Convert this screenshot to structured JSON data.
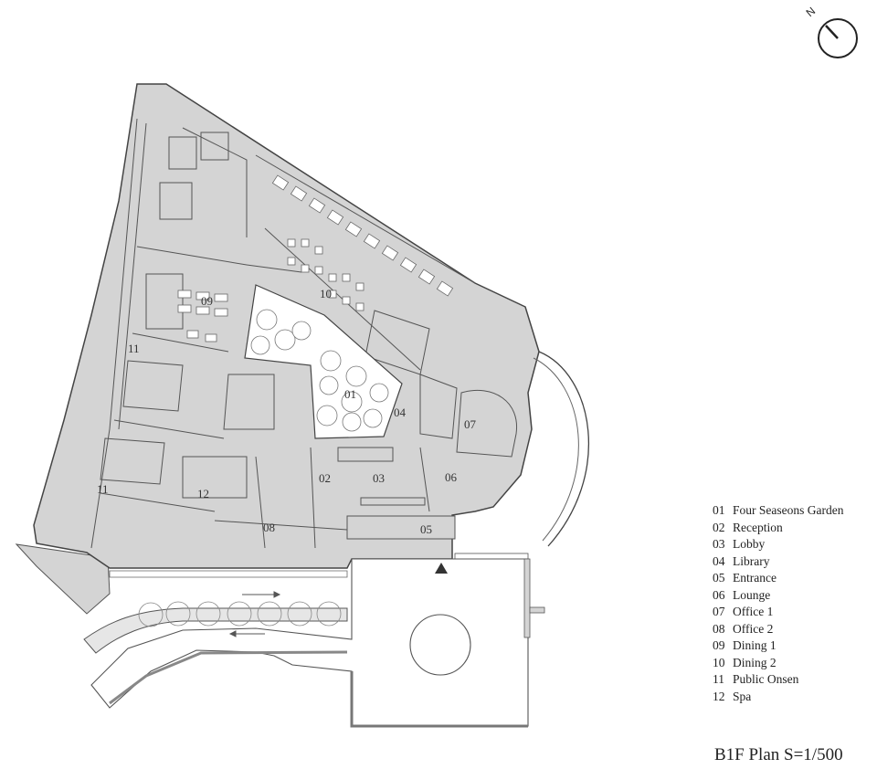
{
  "plan": {
    "title": "B1F Plan S=1/500",
    "north_label": "N",
    "rooms": [
      {
        "num": "01",
        "name": "Four Seaseons Garden"
      },
      {
        "num": "02",
        "name": "Reception"
      },
      {
        "num": "03",
        "name": "Lobby"
      },
      {
        "num": "04",
        "name": "Library"
      },
      {
        "num": "05",
        "name": "Entrance"
      },
      {
        "num": "06",
        "name": "Lounge"
      },
      {
        "num": "07",
        "name": "Office 1"
      },
      {
        "num": "08",
        "name": "Office 2"
      },
      {
        "num": "09",
        "name": "Dining 1"
      },
      {
        "num": "10",
        "name": "Dining 2"
      },
      {
        "num": "11",
        "name": "Public Onsen"
      },
      {
        "num": "12",
        "name": "Spa"
      }
    ],
    "map_labels": {
      "garden": "01",
      "reception": "02",
      "lobby": "03",
      "library": "04",
      "entrance": "05",
      "lounge": "06",
      "office1": "07",
      "office2": "08",
      "dining1": "09",
      "dining2": "10",
      "onsen": "11",
      "spa": "12"
    },
    "colors": {
      "floor": "#d4d4d4",
      "wall": "#444444",
      "background": "#ffffff"
    }
  }
}
